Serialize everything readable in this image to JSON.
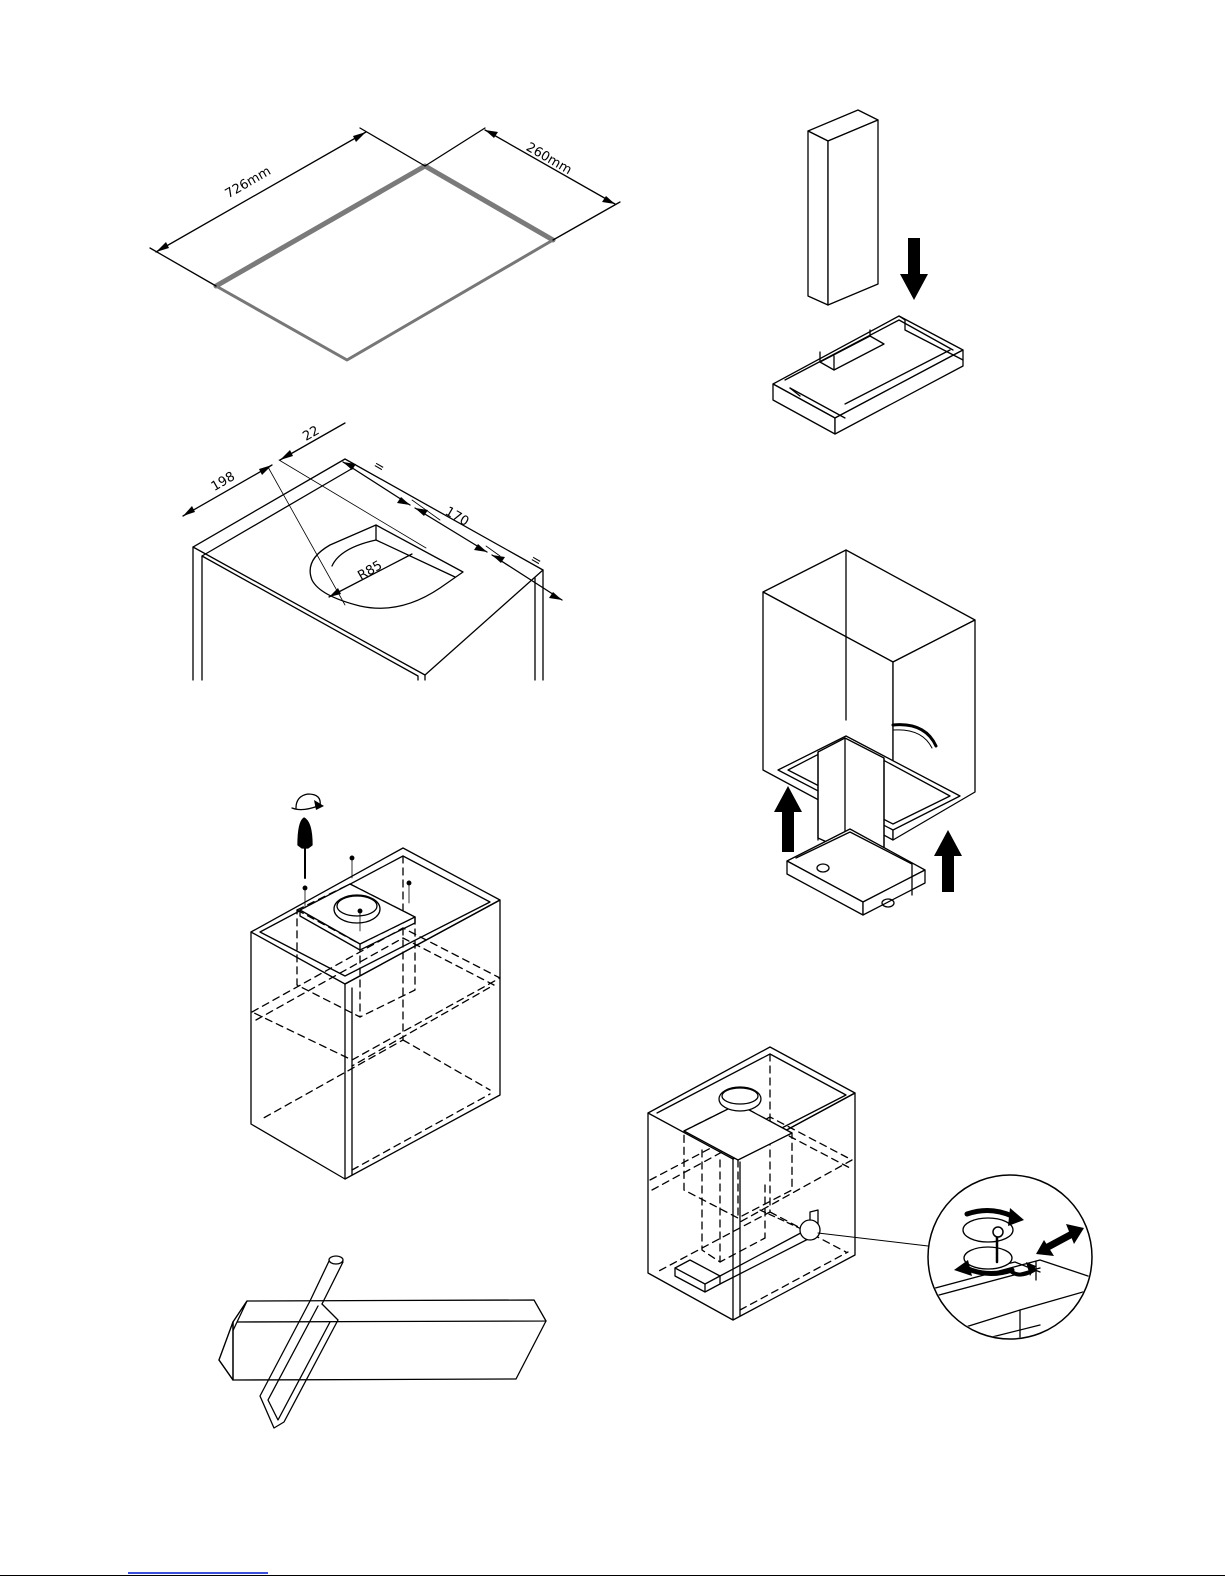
{
  "panels": {
    "countertop_cutout": {
      "length_label": "726mm",
      "width_label": "260mm"
    },
    "cabinet_top_cutout": {
      "dim_side": "198",
      "dim_offset": "22",
      "dim_equal_a": "=",
      "dim_slot": "170",
      "dim_equal_b": "=",
      "dim_radius": "R85"
    }
  }
}
